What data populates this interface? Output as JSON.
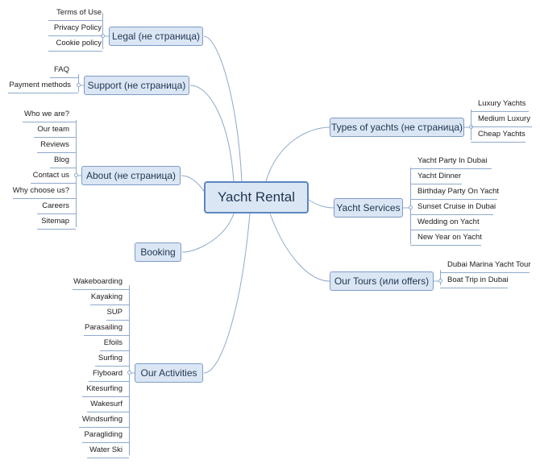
{
  "root": "Yacht Rental",
  "left": [
    {
      "label": "Legal (не страница)",
      "children": [
        "Terms of Use",
        "Privacy Policy",
        "Cookie policy"
      ]
    },
    {
      "label": "Support (не страница)",
      "children": [
        "FAQ",
        "Payment methods"
      ]
    },
    {
      "label": "About (не страница)",
      "children": [
        "Who we are?",
        "Our team",
        "Reviews",
        "Blog",
        "Contact us",
        "Why choose us?",
        "Careers",
        "Sitemap"
      ]
    },
    {
      "label": "Booking",
      "children": []
    },
    {
      "label": "Our Activities",
      "children": [
        "Wakeboarding",
        "Kayaking",
        "SUP",
        "Parasailing",
        "Efoils",
        "Surfing",
        "Flyboard",
        "Kitesurfing",
        "Wakesurf",
        "Windsurfing",
        "Paragliding",
        "Water Ski"
      ]
    }
  ],
  "right": [
    {
      "label": "Types of yachts (не страница)",
      "children": [
        "Luxury Yachts",
        "Medium Luxury",
        "Cheap Yachts"
      ]
    },
    {
      "label": "Yacht Services",
      "children": [
        "Yacht Party In Dubai",
        "Yacht Dinner",
        "Birthday Party On Yacht",
        "Sunset Cruise in Dubai",
        "Wedding on Yacht",
        "New Year on Yacht"
      ]
    },
    {
      "label": "Our Tours (или offers)",
      "children": [
        "Dubai Marina Yacht Tour",
        "Boat Trip in Dubai"
      ]
    }
  ],
  "colors": {
    "node_fill": "#dbe6f4",
    "node_border": "#7e9bc6",
    "root_border": "#5b86bf",
    "link": "#8fa9cc"
  }
}
